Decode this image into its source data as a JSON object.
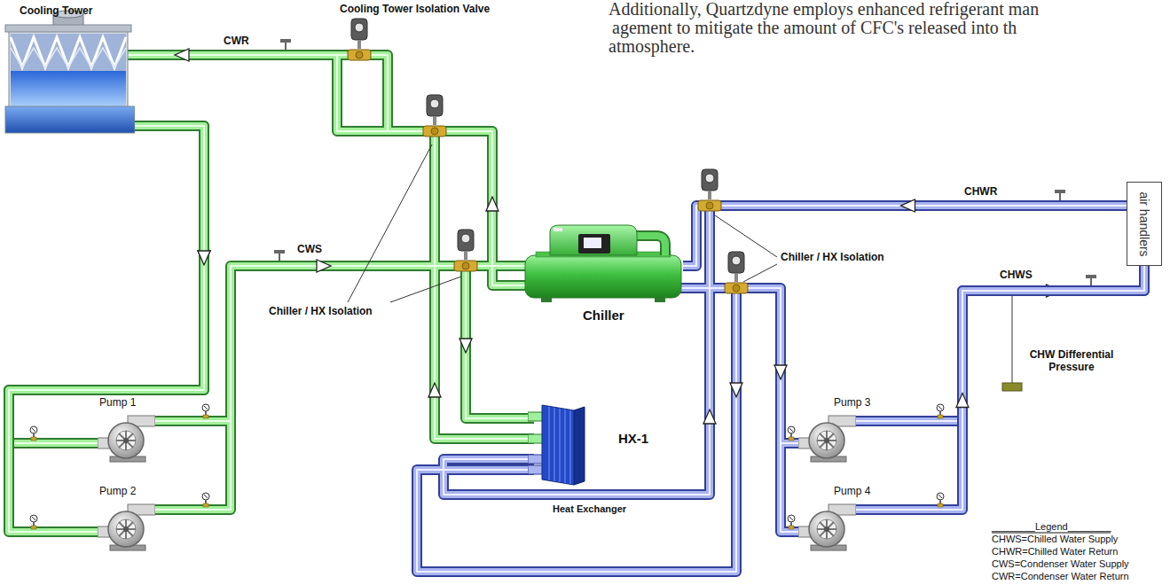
{
  "diagram": {
    "nodes": [
      {
        "text": [
          "Cooling Tower"
        ]
      },
      {
        "text": [
          "Pump 1"
        ]
      },
      {
        "text": [
          "Pump 2"
        ]
      },
      {
        "text": [
          "Chiller"
        ]
      },
      {
        "text": [
          "HX-1",
          "Heat Exchanger"
        ]
      },
      {
        "text": [
          "Pump 3"
        ]
      },
      {
        "text": [
          "Pump 4"
        ]
      },
      {
        "text": [
          "air handlers"
        ]
      }
    ],
    "edges": [
      {
        "from": 0,
        "to": 1,
        "arrow": "to"
      },
      {
        "from": 0,
        "to": 2,
        "arrow": "to"
      },
      {
        "from": 7,
        "to": 3,
        "arrow": "to"
      },
      {
        "from": 5,
        "to": 7,
        "arrow": "to"
      },
      {
        "from": 6,
        "to": 7,
        "arrow": "to"
      }
    ],
    "labels": [
      "Additionally, Quartzdyne employs enhanced refrigerant man",
      "agement to mitigate the amount of CFC's released into th",
      "atmosphere.",
      "Cooling Tower Isolation Valve",
      "CWR",
      "CWS",
      "Chiller / HX Isolation",
      "Chiller / HX Isolation",
      "CHWR",
      "CHWS",
      "CHW Differential Pressure",
      "________Legend________"
    ],
    "legend": [
      {
        "text": "CHWS=Chilled Water Supply"
      },
      {
        "text": "CHWR=Chilled Water Return"
      },
      {
        "text": "CWS=Condenser Water Supply"
      },
      {
        "text": "CWR=Condenser Water Return"
      }
    ]
  }
}
